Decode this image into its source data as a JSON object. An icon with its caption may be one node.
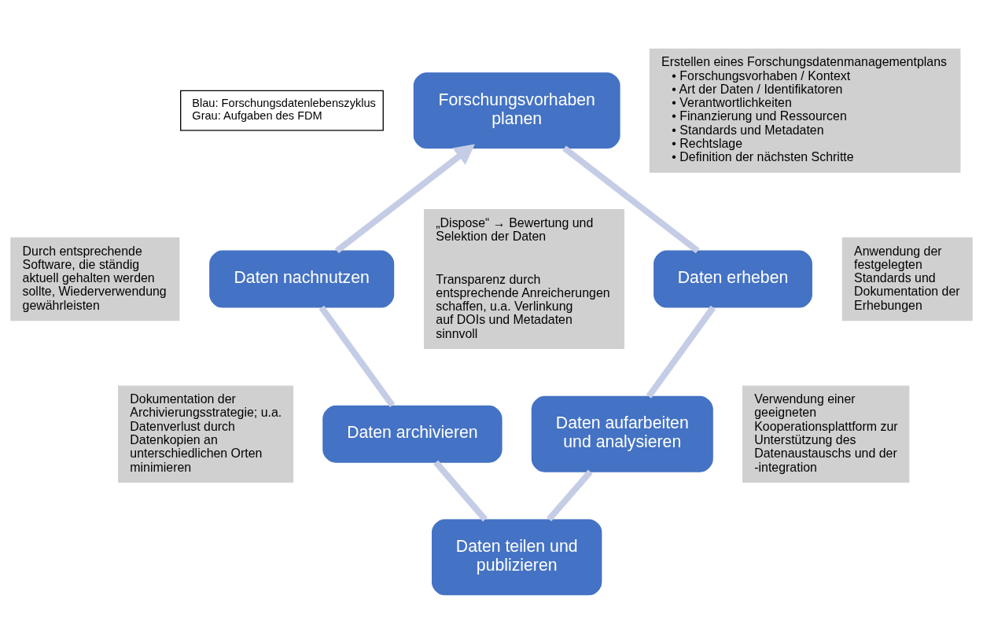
{
  "diagram": {
    "nodes": [
      {
        "text": [
          "Forschungsvorhaben planen"
        ]
      },
      {
        "text": [
          "Erstellen eines Forschungsdatenmanagementplans",
          "• Forschungsvorhaben / Kontext",
          "• Art der Daten / Identifikatoren",
          "• Verantwortlichkeiten",
          "• Finanzierung und Ressourcen",
          "• Standards und Metadaten",
          "• Rechtslage",
          "• Definition der nächsten Schritte"
        ]
      },
      {
        "text": [
          "Durch entsprechende Software, die ständig aktuell gehalten werden sollte, Wiederverwendung gewährleisten"
        ]
      },
      {
        "text": [
          "Daten nachnutzen"
        ]
      },
      {
        "text": [
          "Daten erheben"
        ]
      },
      {
        "text": [
          "Anwendung der festgelegten Standards und Dokumentation der Erhebungen"
        ]
      },
      {
        "text": [
          "„Dispose“ → Bewertung und Selektion der Daten",
          "Transparenz durch entsprechende Anreicherungen schaffen, u.a. Verlinkung auf DOIs und Metadaten sinnvoll"
        ]
      },
      {
        "text": [
          "Daten archivieren"
        ]
      },
      {
        "text": [
          "Daten aufarbeiten und analysieren"
        ]
      },
      {
        "text": [
          "Dokumentation der Archivierungsstrategie; u.a. Datenverlust durch Datenkopien an unterschiedlichen Orten minimieren"
        ]
      },
      {
        "text": [
          "Verwendung einer geeigneten Kooperationsplattform zur Unterstützung des Datenaustauschs und der -integration"
        ]
      },
      {
        "text": [
          "Daten teilen und publizieren"
        ]
      }
    ],
    "edges": [
      {
        "from": 0,
        "to": 4,
        "arrow": "none"
      },
      {
        "from": 4,
        "to": 8,
        "arrow": "none"
      },
      {
        "from": 8,
        "to": 11,
        "arrow": "none"
      },
      {
        "from": 11,
        "to": 7,
        "arrow": "none"
      },
      {
        "from": 7,
        "to": 3,
        "arrow": "none"
      },
      {
        "from": 3,
        "to": 0,
        "arrow": "to"
      }
    ],
    "labels": [
      "Blau: Forschungsdatenlebenszyklus",
      "Grau: Aufgaben des FDM"
    ]
  }
}
